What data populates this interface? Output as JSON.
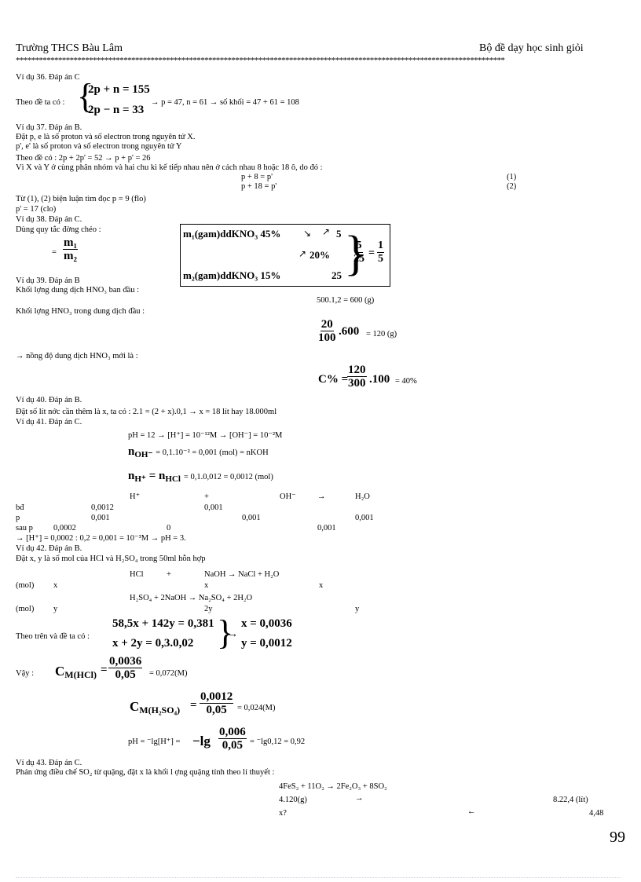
{
  "header": {
    "school": "Trường THCS Bàu Lâm",
    "title": "Bộ đề dạy học sinh giỏi",
    "separator": "*******************************************************************************************************************************"
  },
  "ex36": {
    "heading": "Ví dụ 36. Đáp án C",
    "lead": "Theo đề ta có :",
    "eq1": "2p + n = 155",
    "eq2": "2p − n = 33",
    "result": "→ p = 47, n = 61 → số khối = 47 + 61 = 108"
  },
  "ex37": {
    "heading": "Ví dụ 37. Đáp án B.",
    "line1": "Đặt p, e là số proton và số electron trong nguyên tử X.",
    "line2": "p', e' là số proton và số electron trong nguyên tử Y",
    "line3": "Theo đề có : 2p + 2p' = 52 → p + p' = 26",
    "line4": "Vì X và Y ở cùng phân nhóm và hai chu kì kế tiếp nhau nên ở cách nhau 8 hoặc 18 ô, do đó :",
    "eqA": "p + 8 = p'",
    "eqA_label": "(1)",
    "eqB": "p + 18 = p'",
    "eqB_label": "(2)",
    "line5": "Từ (1), (2) biện luận tìm đọc   p = 9 (flo)",
    "line6": "p' = 17 (clo)"
  },
  "ex38": {
    "heading": "Ví dụ 38. Đáp án C.",
    "line1": "Dùng quy tắc đờng   chéo  :",
    "ratio_prefix": "=",
    "ratio_num": "m₁",
    "ratio_den": "m₂",
    "box": {
      "row1_left": "m₁(gam)ddKNO₃ 45%",
      "row1_arrow": "↘",
      "row1_right_arrow": "↗",
      "row1_right": "5",
      "row2_arrow": "↗",
      "row2_mid": "20%",
      "row3_left": "m₂(gam)ddKNO₃ 15%",
      "row3_right": "25",
      "frac1_num": "5",
      "frac1_den": "25",
      "equals": "=",
      "frac2_num": "1",
      "frac2_den": "5"
    }
  },
  "ex39": {
    "heading": "Ví dụ 39. Đáp án B",
    "line1": "Khối lợng   dung dịch HNO₃ ban đầu :",
    "calc1": "500.1,2 = 600 (g)",
    "line2": "Khối lợng   HNO₃ trong dung dịch đầu :",
    "calc2_num": "20",
    "calc2_den": "100",
    "calc2_mult": ".600",
    "calc2_result": "= 120 (g)",
    "line3": "→ nồng độ dung dịch HNO₃ mới là :",
    "calc3_prefix": "C% =",
    "calc3_num": "120",
    "calc3_den": "300",
    "calc3_mult": ".100",
    "calc3_result": "= 40%"
  },
  "ex40": {
    "heading": "Ví dụ 40. Đáp án B.",
    "line1": "Đặt số lít nớc   cần thêm là x, ta có : 2.1 = (2 + x).0,1 → x = 18 lít hay 18.000ml"
  },
  "ex41": {
    "heading": "Ví dụ 41. Đáp án C.",
    "line1": "pH = 12 → [H⁺] = 10⁻¹²M → [OH⁻] = 10⁻²M",
    "line2_bold": "n",
    "line2_sub": "OH⁻",
    "line2_rest": "= 0,1.10⁻² = 0,001 (mol) = nKOH",
    "line3_bold": "n",
    "line3_sub": "H⁺",
    "line3_eq": "= n",
    "line3_sub2": "HCl",
    "line3_rest": "= 0,1.0,012 = 0,0012 (mol)",
    "table": {
      "header": [
        "H⁺",
        "+",
        "OH⁻",
        "→",
        "H₂O"
      ],
      "rows": [
        {
          "label": "bđ",
          "cells": [
            "0,0012",
            "0,001",
            "",
            ""
          ]
        },
        {
          "label": "p",
          "cells": [
            "0,001",
            "",
            "0,001",
            "0,001"
          ]
        },
        {
          "label": "sau p",
          "cells": [
            "0,0002",
            "0",
            "",
            "0,001"
          ]
        }
      ]
    },
    "conclusion": "→ [H⁺] = 0,0002 : 0,2 = 0,001 = 10⁻³M → pH = 3."
  },
  "ex42": {
    "heading": "Ví dụ 42. Đáp án B.",
    "line1": "Đặt x, y là số mol của HCl và H₂SO₄ trong 50ml hỗn hợp",
    "r1_a": "HCl",
    "r1_plus": "+",
    "r1_b": "NaOH → NaCl + H₂O",
    "r1_mol": "(mol)",
    "r1_x1": "x",
    "r1_x2": "x",
    "r1_x3": "x",
    "r2": "H₂SO₄ + 2NaOH → Na₂SO₄ + 2H₂O",
    "r2_mol": "(mol)",
    "r2_y1": "y",
    "r2_y2": "2y",
    "r2_y3": "y",
    "sys_lead": "Theo trên và đề ta có :",
    "sys_eq1": "58,5x + 142y = 0,381",
    "sys_eq2": "x + 2y = 0,3.0,02",
    "sys_arrow": "→",
    "sys_r1": "x = 0,0036",
    "sys_r2": "y = 0,0012",
    "vay": "Vậy :",
    "c1_label": "C",
    "c1_sub": "M(HCl)",
    "c1_num": "0,0036",
    "c1_den": "0,05",
    "c1_result": "= 0,072(M)",
    "c2_label": "C",
    "c2_sub": "M(H₂SO₄)",
    "c2_num": "0,0012",
    "c2_den": "0,05",
    "c2_result": "= 0,024(M)",
    "ph_prefix": "pH = ⁻lg[H⁺] =",
    "ph_lg": "−lg",
    "ph_num": "0,006",
    "ph_den": "0,05",
    "ph_result": "= ⁻lg0,12 = 0,92"
  },
  "ex43": {
    "heading": "Ví dụ 43. Đáp án C.",
    "line1": "Phản ứng điều chế SO₂ từ quặng, đặt x là khối l  ợng quặng tính theo lí thuyết :",
    "reaction": "4FeS₂ + 11O₂ → 2Fe₂O₃ + 8SO₂",
    "row1_left": "4.120(g)",
    "row1_arrow": "→",
    "row1_right": "8.22,4 (lít)",
    "row2_left": "x?",
    "row2_arrow": "←",
    "row2_right": "4,48"
  },
  "footer": {
    "page_number": "99"
  }
}
